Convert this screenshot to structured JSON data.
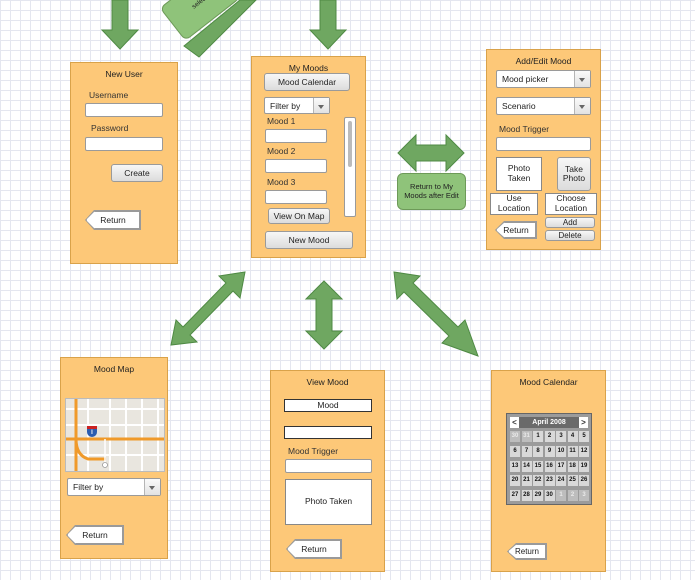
{
  "colors": {
    "screen": "#fdc878",
    "arrow": "#6fa761",
    "note": "#8fc37a"
  },
  "top_note": {
    "line1": "...",
    "line2": "select"
  },
  "new_user": {
    "title": "New User",
    "username_label": "Username",
    "password_label": "Password",
    "create": "Create",
    "return": "Return"
  },
  "my_moods": {
    "title": "My Moods",
    "calendar_button": "Mood Calendar",
    "filter": "Filter by",
    "moods": [
      "Mood 1",
      "Mood 2",
      "Mood 3"
    ],
    "map_button": "View On Map",
    "new_button": "New Mood"
  },
  "add_edit": {
    "title": "Add/Edit Mood",
    "picker": "Mood picker",
    "scenario": "Scenario",
    "trigger_label": "Mood Trigger",
    "photo_taken": "Photo Taken",
    "take_photo": "Take Photo",
    "use_location": "Use Location",
    "choose_location": "Choose Location",
    "add": "Add",
    "delete": "Delete",
    "return": "Return"
  },
  "return_note": "Return to My Moods after Edit",
  "mood_map": {
    "title": "Mood Map",
    "filter": "Filter by",
    "return": "Return",
    "shield": "I"
  },
  "view_mood": {
    "title": "View Mood",
    "mood_value": "Mood",
    "trigger_label": "Mood Trigger",
    "photo_taken": "Photo Taken",
    "return": "Return"
  },
  "mood_calendar": {
    "title": "Mood Calendar",
    "month": "April 2008",
    "prev": "<",
    "next": ">",
    "return": "Return",
    "days": [
      "30",
      "31",
      "1",
      "2",
      "3",
      "4",
      "5",
      "6",
      "7",
      "8",
      "9",
      "10",
      "11",
      "12",
      "13",
      "14",
      "15",
      "16",
      "17",
      "18",
      "19",
      "20",
      "21",
      "22",
      "23",
      "24",
      "25",
      "26",
      "27",
      "28",
      "29",
      "30",
      "1",
      "2",
      "3"
    ],
    "dim_days": [
      0,
      1,
      32,
      33,
      34
    ]
  }
}
